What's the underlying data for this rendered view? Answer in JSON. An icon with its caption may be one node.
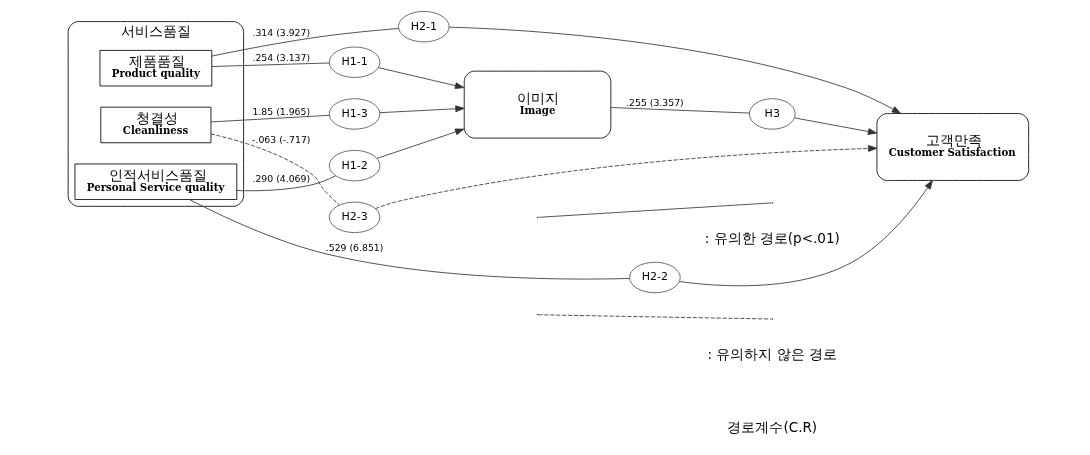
{
  "diagram": {
    "nodes": [
      {
        "text": [
          "서비스품질"
        ]
      },
      {
        "text": [
          "제품품질",
          "Product quality"
        ],
        "in": 0
      },
      {
        "text": [
          "인적서비스품질",
          "Personal Service quality"
        ],
        "in": 0
      },
      {
        "text": [
          "청결성",
          "Cleanliness"
        ],
        "in": 0
      },
      {
        "text": [
          "H2-1"
        ]
      },
      {
        "text": [
          "H2-2"
        ]
      },
      {
        "text": [
          "H1-1"
        ]
      },
      {
        "text": [
          "H1-2"
        ]
      },
      {
        "text": [
          "H1-3"
        ]
      },
      {
        "text": [
          "이미지",
          "Image"
        ]
      },
      {
        "text": [
          "H3"
        ]
      },
      {
        "text": [
          "고객만족",
          "Customer Satisfaction"
        ]
      },
      {
        "text": [
          "H2-3"
        ]
      }
    ],
    "edges": [
      {
        "from": 1,
        "to": 4,
        "arrow": "none",
        "label": ".314 (3.927)"
      },
      {
        "from": 4,
        "to": 11,
        "arrow": "to"
      },
      {
        "from": 1,
        "to": 6,
        "arrow": "none",
        "label": ".254 (3.137)"
      },
      {
        "from": 6,
        "to": 9,
        "arrow": "to"
      },
      {
        "from": 2,
        "to": 5,
        "arrow": "none",
        "label": ".529 (6.851)"
      },
      {
        "from": 5,
        "to": 11,
        "arrow": "to"
      },
      {
        "from": 2,
        "to": 7,
        "arrow": "none",
        "label": ".290 (4.069)"
      },
      {
        "from": 7,
        "to": 9,
        "arrow": "to"
      },
      {
        "from": 3,
        "to": 8,
        "arrow": "none",
        "label": "1.85 (1.965)"
      },
      {
        "from": 8,
        "to": 9,
        "arrow": "to"
      },
      {
        "from": 9,
        "to": 10,
        "arrow": "none",
        "label": ".255 (3.357)"
      },
      {
        "from": 10,
        "to": 11,
        "arrow": "to"
      },
      {
        "from": 3,
        "to": 12,
        "arrow": "none",
        "label": "-.063 (-.717)",
        "style": "dashed"
      },
      {
        "from": 12,
        "to": 11,
        "arrow": "to",
        "style": "dashed"
      }
    ],
    "labels": [
      "경로계수(C.R)"
    ],
    "legend": [
      {
        "text": ": 유의한 경로(p<.01)"
      },
      {
        "text": ": 유의하지 않은 경로"
      }
    ]
  }
}
